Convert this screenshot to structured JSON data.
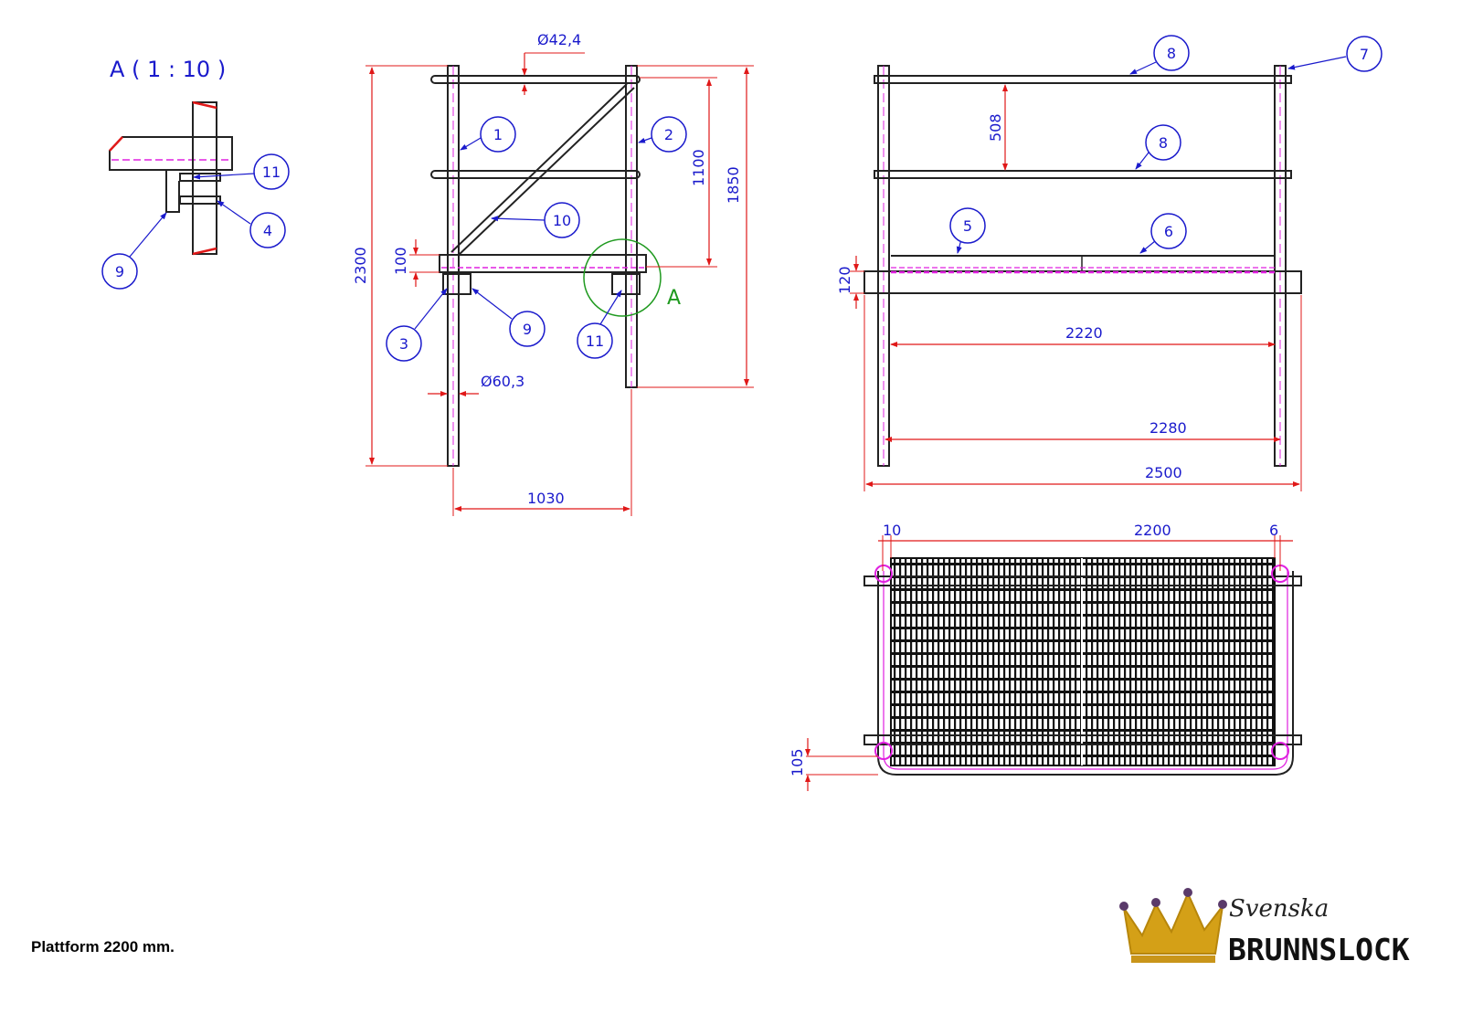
{
  "detail": {
    "title": "A ( 1 : 10 )",
    "mark": "A"
  },
  "caption": "Plattform 2200 mm.",
  "brand": {
    "script": "Svenska",
    "name": "BRUNNSLOCK"
  },
  "dimensions": {
    "tube_small": "Ø42,4",
    "tube_large": "Ø60,3",
    "height_2300": "2300",
    "height_1850": "1850",
    "height_1100": "1100",
    "offset_100": "100",
    "width_1030": "1030",
    "spacing_508": "508",
    "height_120": "120",
    "width_2220": "2220",
    "width_2280": "2280",
    "width_2500": "2500",
    "gap_10": "10",
    "width_2200": "2200",
    "gap_6": "6",
    "depth_105": "105"
  },
  "balloons": [
    "1",
    "2",
    "3",
    "4",
    "5",
    "6",
    "7",
    "8",
    "9",
    "10",
    "11"
  ],
  "colors": {
    "line": "#222222",
    "dimension": "#e01818",
    "text": "#1a1acc",
    "hidden": "#e020e0",
    "detail_circle": "#1f9a1f"
  }
}
